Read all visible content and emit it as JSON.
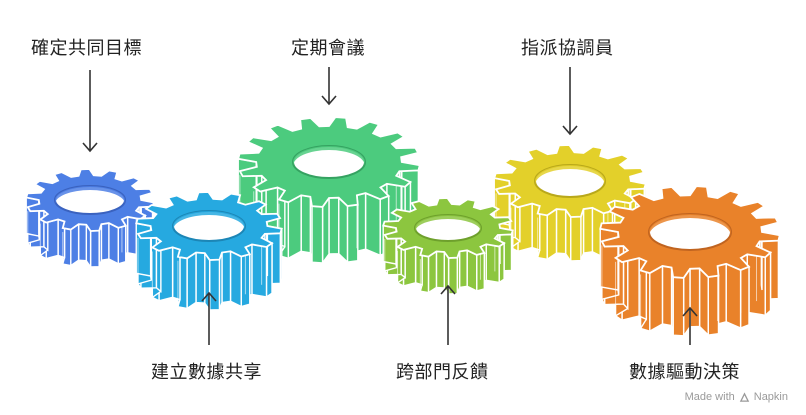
{
  "labels": {
    "gear1": "確定共同目標",
    "gear2": "建立數據共享",
    "gear3": "定期會議",
    "gear4": "跨部門反饋",
    "gear5": "指派協調員",
    "gear6": "數據驅動決策"
  },
  "watermark": {
    "made_with": "Made with",
    "brand": "Napkin"
  },
  "gears": [
    {
      "id": "gear1",
      "color": "#4d7fe5",
      "dark": "#3a62bf"
    },
    {
      "id": "gear2",
      "color": "#26a9e0",
      "dark": "#1c86b6"
    },
    {
      "id": "gear3",
      "color": "#4ccb7e",
      "dark": "#35a261"
    },
    {
      "id": "gear4",
      "color": "#8cc63f",
      "dark": "#6ea02c"
    },
    {
      "id": "gear5",
      "color": "#e3d02a",
      "dark": "#b9a81a"
    },
    {
      "id": "gear6",
      "color": "#e9822a",
      "dark": "#c06420"
    }
  ]
}
